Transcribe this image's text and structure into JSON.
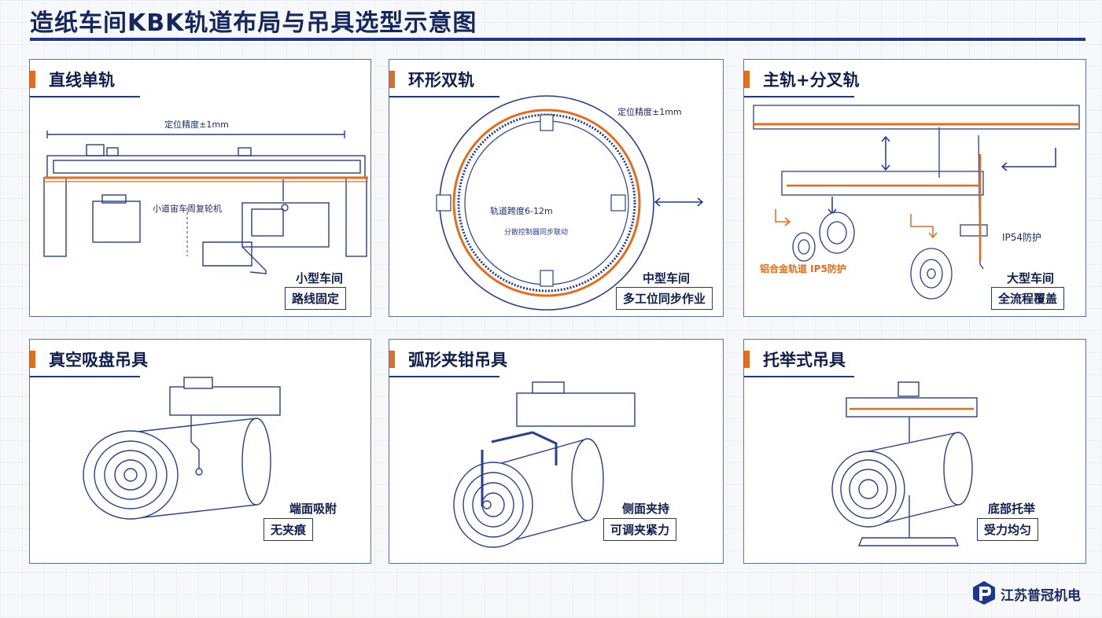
{
  "title": "造纸车间KBK轨道布局与吊具选型示意图",
  "panels": {
    "p1": {
      "title": "直线单轨",
      "dim": "定位精度±1mm",
      "machine": "小道宙车周复轮机",
      "caption": "小型车间",
      "tag": "路线固定"
    },
    "p2": {
      "title": "环形双轨",
      "dim": "定位精度±1mm",
      "span": "轨道跨度6-12m",
      "note": "分散控制器同步联动",
      "caption": "中型车间",
      "tag": "多工位同步作业"
    },
    "p3": {
      "title": "主轨+分叉轨",
      "ip54": "IP54防护",
      "alloy": "铝合金轨道 IP5防护",
      "caption": "大型车间",
      "tag": "全流程覆盖"
    },
    "p4": {
      "title": "真空吸盘吊具",
      "caption": "端面吸附",
      "tag": "无夹痕"
    },
    "p5": {
      "title": "弧形夹钳吊具",
      "caption": "侧面夹持",
      "tag": "可调夹紧力"
    },
    "p6": {
      "title": "托举式吊具",
      "caption": "底部托举",
      "tag": "受力均匀"
    }
  },
  "company": "江苏普冠机电",
  "colors": {
    "navy": "#1e3796",
    "orange": "#e46d1c",
    "ink": "#0f1e4c"
  }
}
